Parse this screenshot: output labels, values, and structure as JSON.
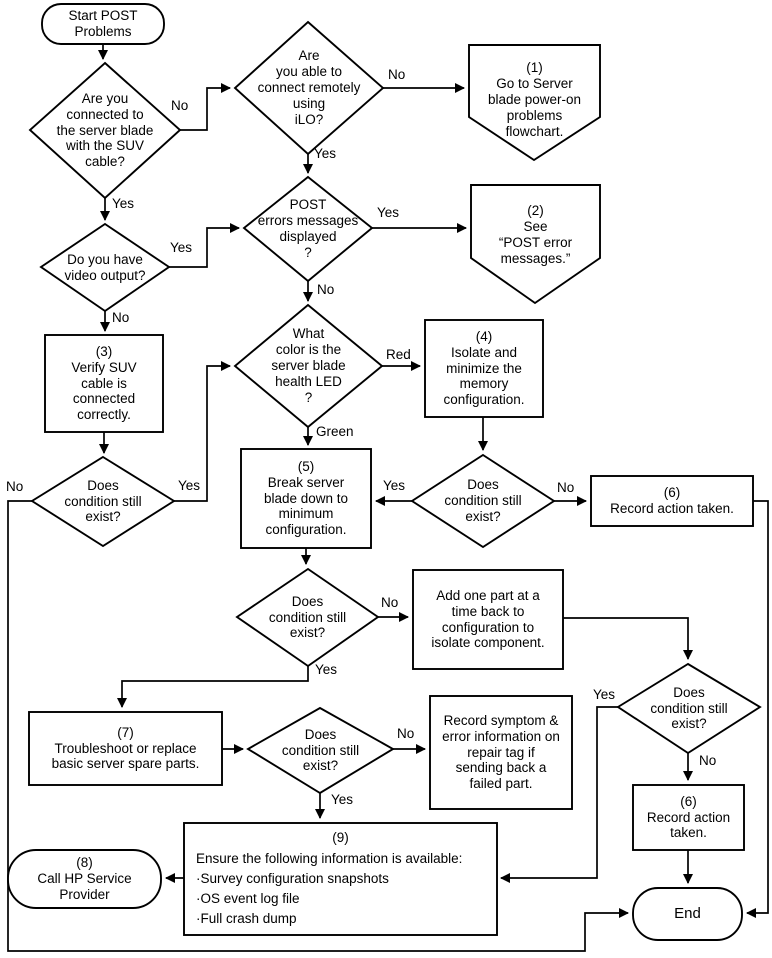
{
  "nodes": {
    "start": {
      "label": "Start POST\nProblems"
    },
    "suv": {
      "label": "Are you\nconnected to\nthe server blade\nwith the SUV\ncable?"
    },
    "ilo": {
      "label": "Are\nyou able to\nconnect remotely\nusing\niLO?"
    },
    "p1": {
      "label": "(1)\nGo to Server\nblade power-on\nproblems\nflowchart."
    },
    "post": {
      "label": "POST\nerrors messages\ndisplayed\n?"
    },
    "p2": {
      "label": "(2)\nSee\n“POST error\nmessages.”"
    },
    "video": {
      "label": "Do you have\nvideo output?"
    },
    "r3": {
      "label": "(3)\nVerify SUV\ncable is\nconnected\ncorrectly."
    },
    "led": {
      "label": "What\ncolor is the\nserver blade\nhealth LED\n?"
    },
    "r4": {
      "label": "(4)\nIsolate and\nminimize the\nmemory\nconfiguration."
    },
    "cond1": {
      "label": "Does\ncondition still\nexist?"
    },
    "r5": {
      "label": "(5)\nBreak server\nblade down to\nminimum\nconfiguration."
    },
    "cond2": {
      "label": "Does\ncondition still\nexist?"
    },
    "r6a": {
      "label": "(6)\nRecord action taken."
    },
    "cond3": {
      "label": "Does\ncondition still\nexist?"
    },
    "add_part": {
      "label": "Add one part at a\ntime back to\nconfiguration to\nisolate component."
    },
    "r7": {
      "label": "(7)\nTroubleshoot or replace\nbasic server spare parts."
    },
    "cond4": {
      "label": "Does\ncondition still\nexist?"
    },
    "record_symptom": {
      "label": "Record symptom &\nerror information on\nrepair tag if\nsending back a\nfailed part."
    },
    "cond5": {
      "label": "Does\ncondition still\nexist?"
    },
    "r6b": {
      "label": "(6)\nRecord action\ntaken."
    },
    "r9": {
      "title": "(9)",
      "lines": [
        "Ensure the following information is available:",
        "·Survey configuration snapshots",
        "·OS event log file",
        "·Full crash dump"
      ]
    },
    "call_hp": {
      "label": "(8)\nCall HP Service\nProvider"
    },
    "end": {
      "label": "End"
    }
  },
  "edge_labels": {
    "suv_no": "No",
    "suv_yes": "Yes",
    "ilo_no": "No",
    "ilo_yes": "Yes",
    "video_yes": "Yes",
    "video_no": "No",
    "post_yes": "Yes",
    "post_no": "No",
    "led_red": "Red",
    "led_green": "Green",
    "cond1_yes": "Yes",
    "cond1_no": "No",
    "cond2_yes": "Yes",
    "cond2_no": "No",
    "cond3_no": "No",
    "cond3_yes": "Yes",
    "cond4_no": "No",
    "cond4_yes": "Yes",
    "cond5_yes": "Yes",
    "cond5_no": "No"
  },
  "colors": {
    "line": "#000000",
    "shape_fill": "#ffffff",
    "background": "#ffffff",
    "text": "#000000"
  }
}
